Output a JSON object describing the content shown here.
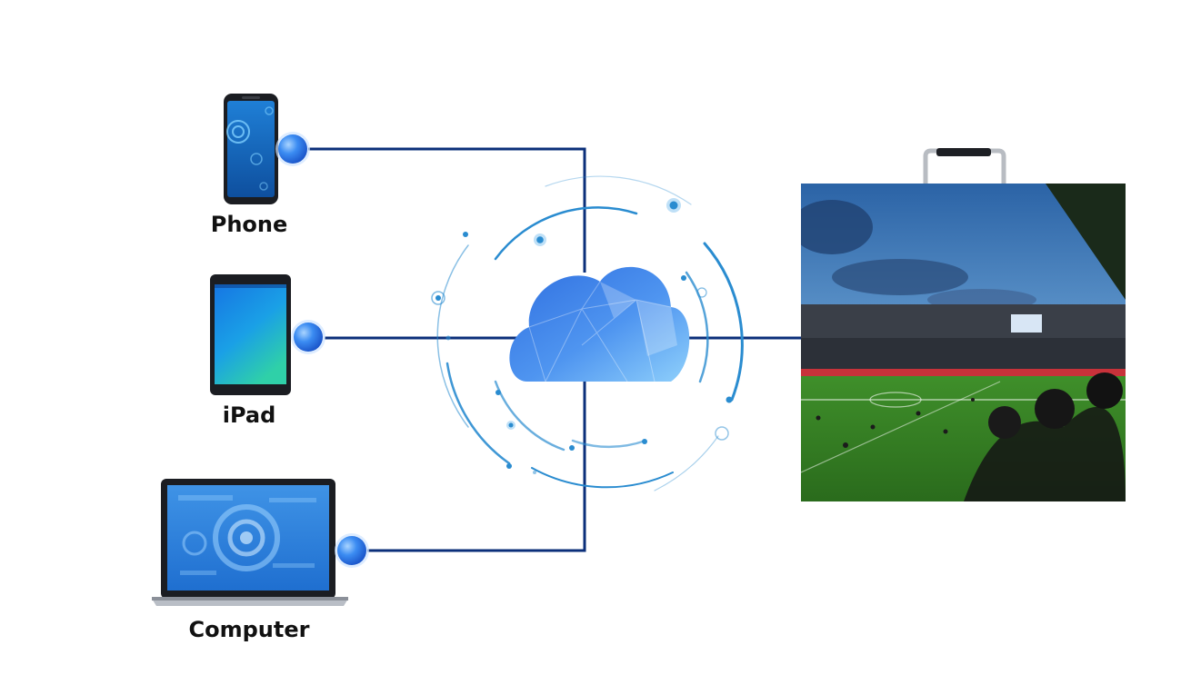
{
  "devices": {
    "phone": {
      "label": "Phone",
      "icon": "smartphone-icon"
    },
    "ipad": {
      "label": "iPad",
      "icon": "tablet-icon"
    },
    "computer": {
      "label": "Computer",
      "icon": "laptop-icon"
    }
  },
  "hub": {
    "icon": "cloud-icon"
  },
  "display": {
    "icon": "led-display-panel",
    "scene": "stadium-football-match"
  },
  "colors": {
    "connector": "#0b2f7a",
    "node": "#2f7bea",
    "cloud": "#4f8fee",
    "rings": "#2a8cd0"
  }
}
